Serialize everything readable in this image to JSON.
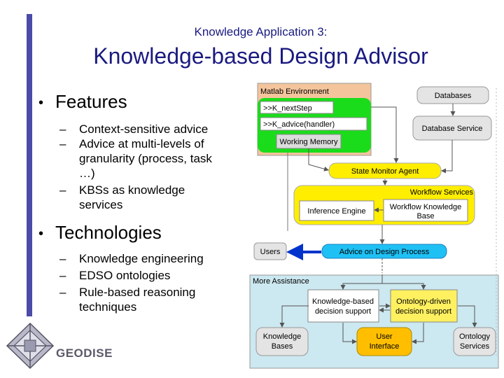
{
  "slide": {
    "subtitle": "Knowledge Application 3:",
    "title": "Knowledge-based Design Advisor",
    "logo_text": "GEODISE"
  },
  "bullets": [
    {
      "heading": "Features",
      "items": [
        [
          "Context-sensitive advice"
        ],
        [
          "Advice at multi-levels of",
          "granularity (process, task",
          "…)"
        ],
        [
          "KBSs as knowledge",
          "services"
        ]
      ]
    },
    {
      "heading": "Technologies",
      "items": [
        [
          "Knowledge engineering"
        ],
        [
          "EDSO ontologies"
        ],
        [
          "Rule-based reasoning",
          "techniques"
        ]
      ]
    }
  ],
  "diagram": {
    "matlab_env": "Matlab Environment",
    "next_step": ">>K_nextStep",
    "advice_handler": ">>K_advice(handler)",
    "working_memory": "Working Memory",
    "databases": "Databases",
    "database_service": "Database Service",
    "state_monitor": "State Monitor Agent",
    "workflow_services": "Workflow Services",
    "inference_engine": "Inference Engine",
    "workflow_kb": [
      "Workflow Knowledge",
      "Base"
    ],
    "users": "Users",
    "advice_design": "Advice on Design Process",
    "more_assistance": "More Assistance",
    "kb_decision": [
      "Knowledge-based",
      "decision support"
    ],
    "ont_decision": [
      "Ontology-driven",
      "decision support"
    ],
    "knowledge_bases": [
      "Knowledge",
      "Bases"
    ],
    "user_interface": [
      "User",
      "Interface"
    ],
    "ontology_services": [
      "Ontology",
      "Services"
    ],
    "colors": {
      "matlab": "#f4c49c",
      "green": "#1bdc1b",
      "yellow": "#ffee00",
      "gray_box": "#e4e4e4",
      "blue": "#1fc0f4",
      "assist_bg": "#cce8f0",
      "arrow_blue": "#0033cc",
      "orange": "#ffbf00",
      "ont_yellow": "#fff060"
    }
  }
}
